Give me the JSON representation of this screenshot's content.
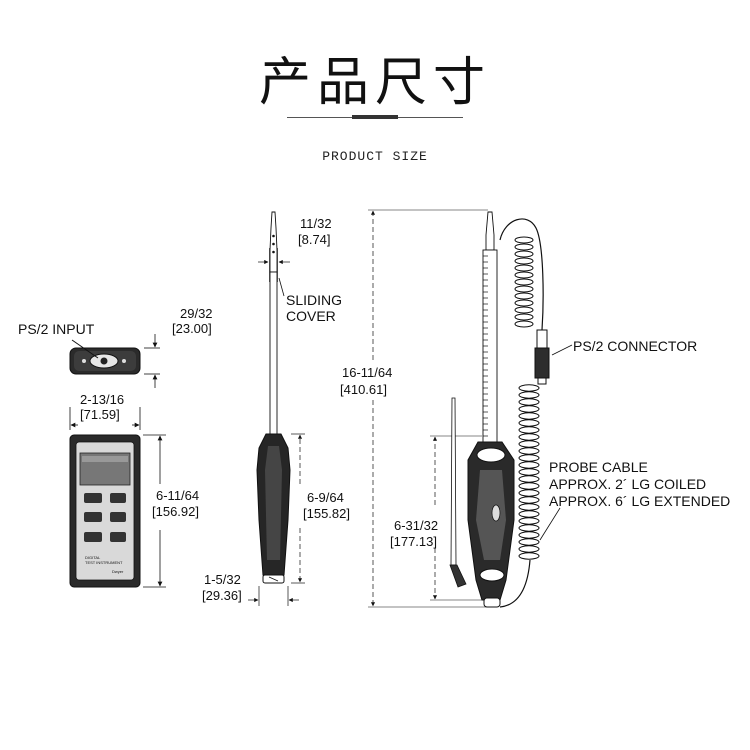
{
  "header": {
    "title": "产品尺寸",
    "subtitle": "PRODUCT SIZE"
  },
  "meter": {
    "ps2_input": "PS/2 INPUT",
    "depth_in": "29/32",
    "depth_mm": "[23.00]",
    "width_in": "2-13/16",
    "width_mm": "[71.59]",
    "height_in": "6-11/64",
    "height_mm": "[156.92]",
    "face_text_1": "DIGITAL",
    "face_text_2": "TEST INSTRUMENT",
    "brand": "Dwyer"
  },
  "probe": {
    "tip_in": "11/32",
    "tip_mm": "[8.74]",
    "sliding_cover_1": "SLIDING",
    "sliding_cover_2": "COVER",
    "handle_in": "6-9/64",
    "handle_mm": "[155.82]",
    "base_in": "1-5/32",
    "base_mm": "[29.36]"
  },
  "assembly": {
    "total_in": "16-11/64",
    "total_mm": "[410.61]",
    "handle_in": "6-31/32",
    "handle_mm": "[177.13]",
    "ps2_connector": "PS/2 CONNECTOR",
    "cable_1": "PROBE CABLE",
    "cable_2": "APPROX. 2´ LG COILED",
    "cable_3": "APPROX. 6´ LG EXTENDED"
  }
}
